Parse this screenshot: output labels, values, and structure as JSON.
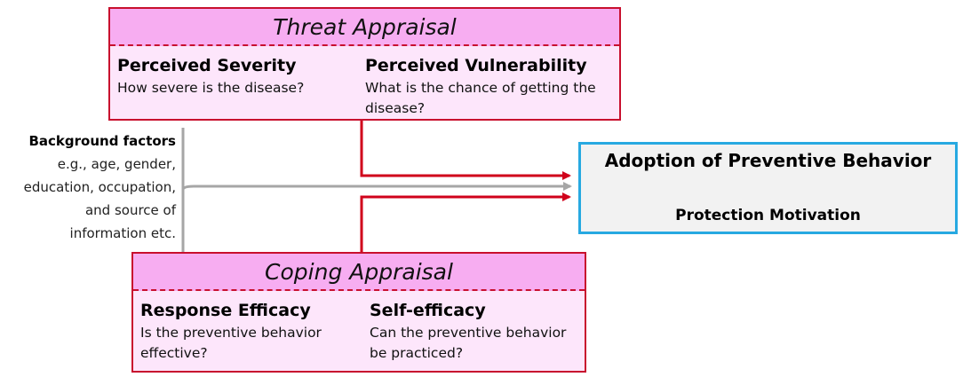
{
  "threat": {
    "title": "Threat Appraisal",
    "left": {
      "title": "Perceived Severity",
      "desc": "How severe is the disease?"
    },
    "right": {
      "title": "Perceived Vulnerability",
      "desc": "What is the chance of getting the disease?"
    }
  },
  "coping": {
    "title": "Coping Appraisal",
    "left": {
      "title": "Response Efficacy",
      "desc": "Is the preventive behavior effective?"
    },
    "right": {
      "title": "Self-efficacy",
      "desc": "Can the preventive behavior be practiced?"
    }
  },
  "adoption": {
    "title": "Adoption of Preventive Behavior",
    "sub": "Protection Motivation"
  },
  "background": {
    "title": "Background factors",
    "lines": [
      "e.g., age, gender,",
      "education, occupation,",
      "and source of",
      "information etc."
    ]
  },
  "colors": {
    "box_border": "#c8102e",
    "box_fill": "#fde6fb",
    "header_fill": "#f7adf1",
    "adoption_border": "#27a9e1",
    "adoption_fill": "#f2f2f2",
    "arrow_red": "#d0021b",
    "arrow_gray": "#a6a6a6",
    "arrow_blue": "#1ba1e2"
  }
}
